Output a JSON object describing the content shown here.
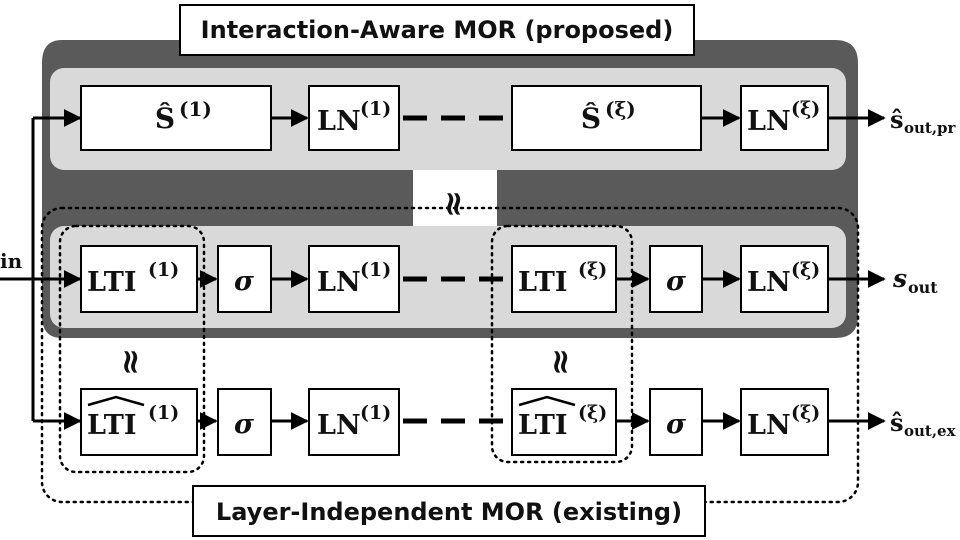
{
  "titles": {
    "proposed": "Interaction-Aware MOR (proposed)",
    "existing": "Layer-Independent MOR (existing)"
  },
  "signals": {
    "input_label": "in",
    "out_proposed": "ŝ",
    "out_proposed_sub": "out,pr",
    "out_original": "s",
    "out_original_sub": "out",
    "out_existing": "ŝ",
    "out_existing_sub": "out,ex"
  },
  "approx_symbol": "≈",
  "blocks": {
    "s_hat": "Ŝ",
    "ln": "LN",
    "lti": "LTI",
    "lti_hat": "LTI",
    "sigma": "σ",
    "first_index": "(1)",
    "last_index": "(ξ)"
  },
  "colors": {
    "outer_region": "#5a5a5a",
    "inner_region": "#d9d9d9",
    "box_fill": "#ffffff",
    "stroke": "#000000"
  }
}
